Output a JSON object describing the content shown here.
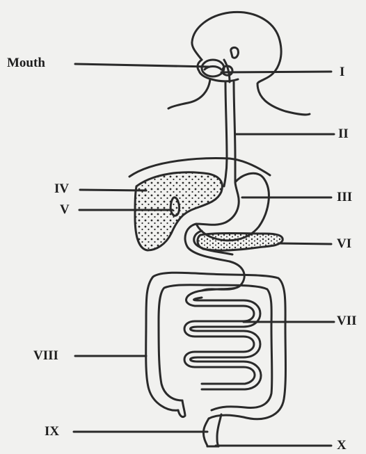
{
  "diagram": {
    "labels": {
      "mouth": "Mouth",
      "I": "I",
      "II": "II",
      "III": "III",
      "IV": "IV",
      "V": "V",
      "VI": "VI",
      "VII": "VII",
      "VIII": "VIII",
      "IX": "IX",
      "X": "X"
    },
    "colors": {
      "ink": "#2a2a2a",
      "background": "#f1f1ef"
    }
  }
}
